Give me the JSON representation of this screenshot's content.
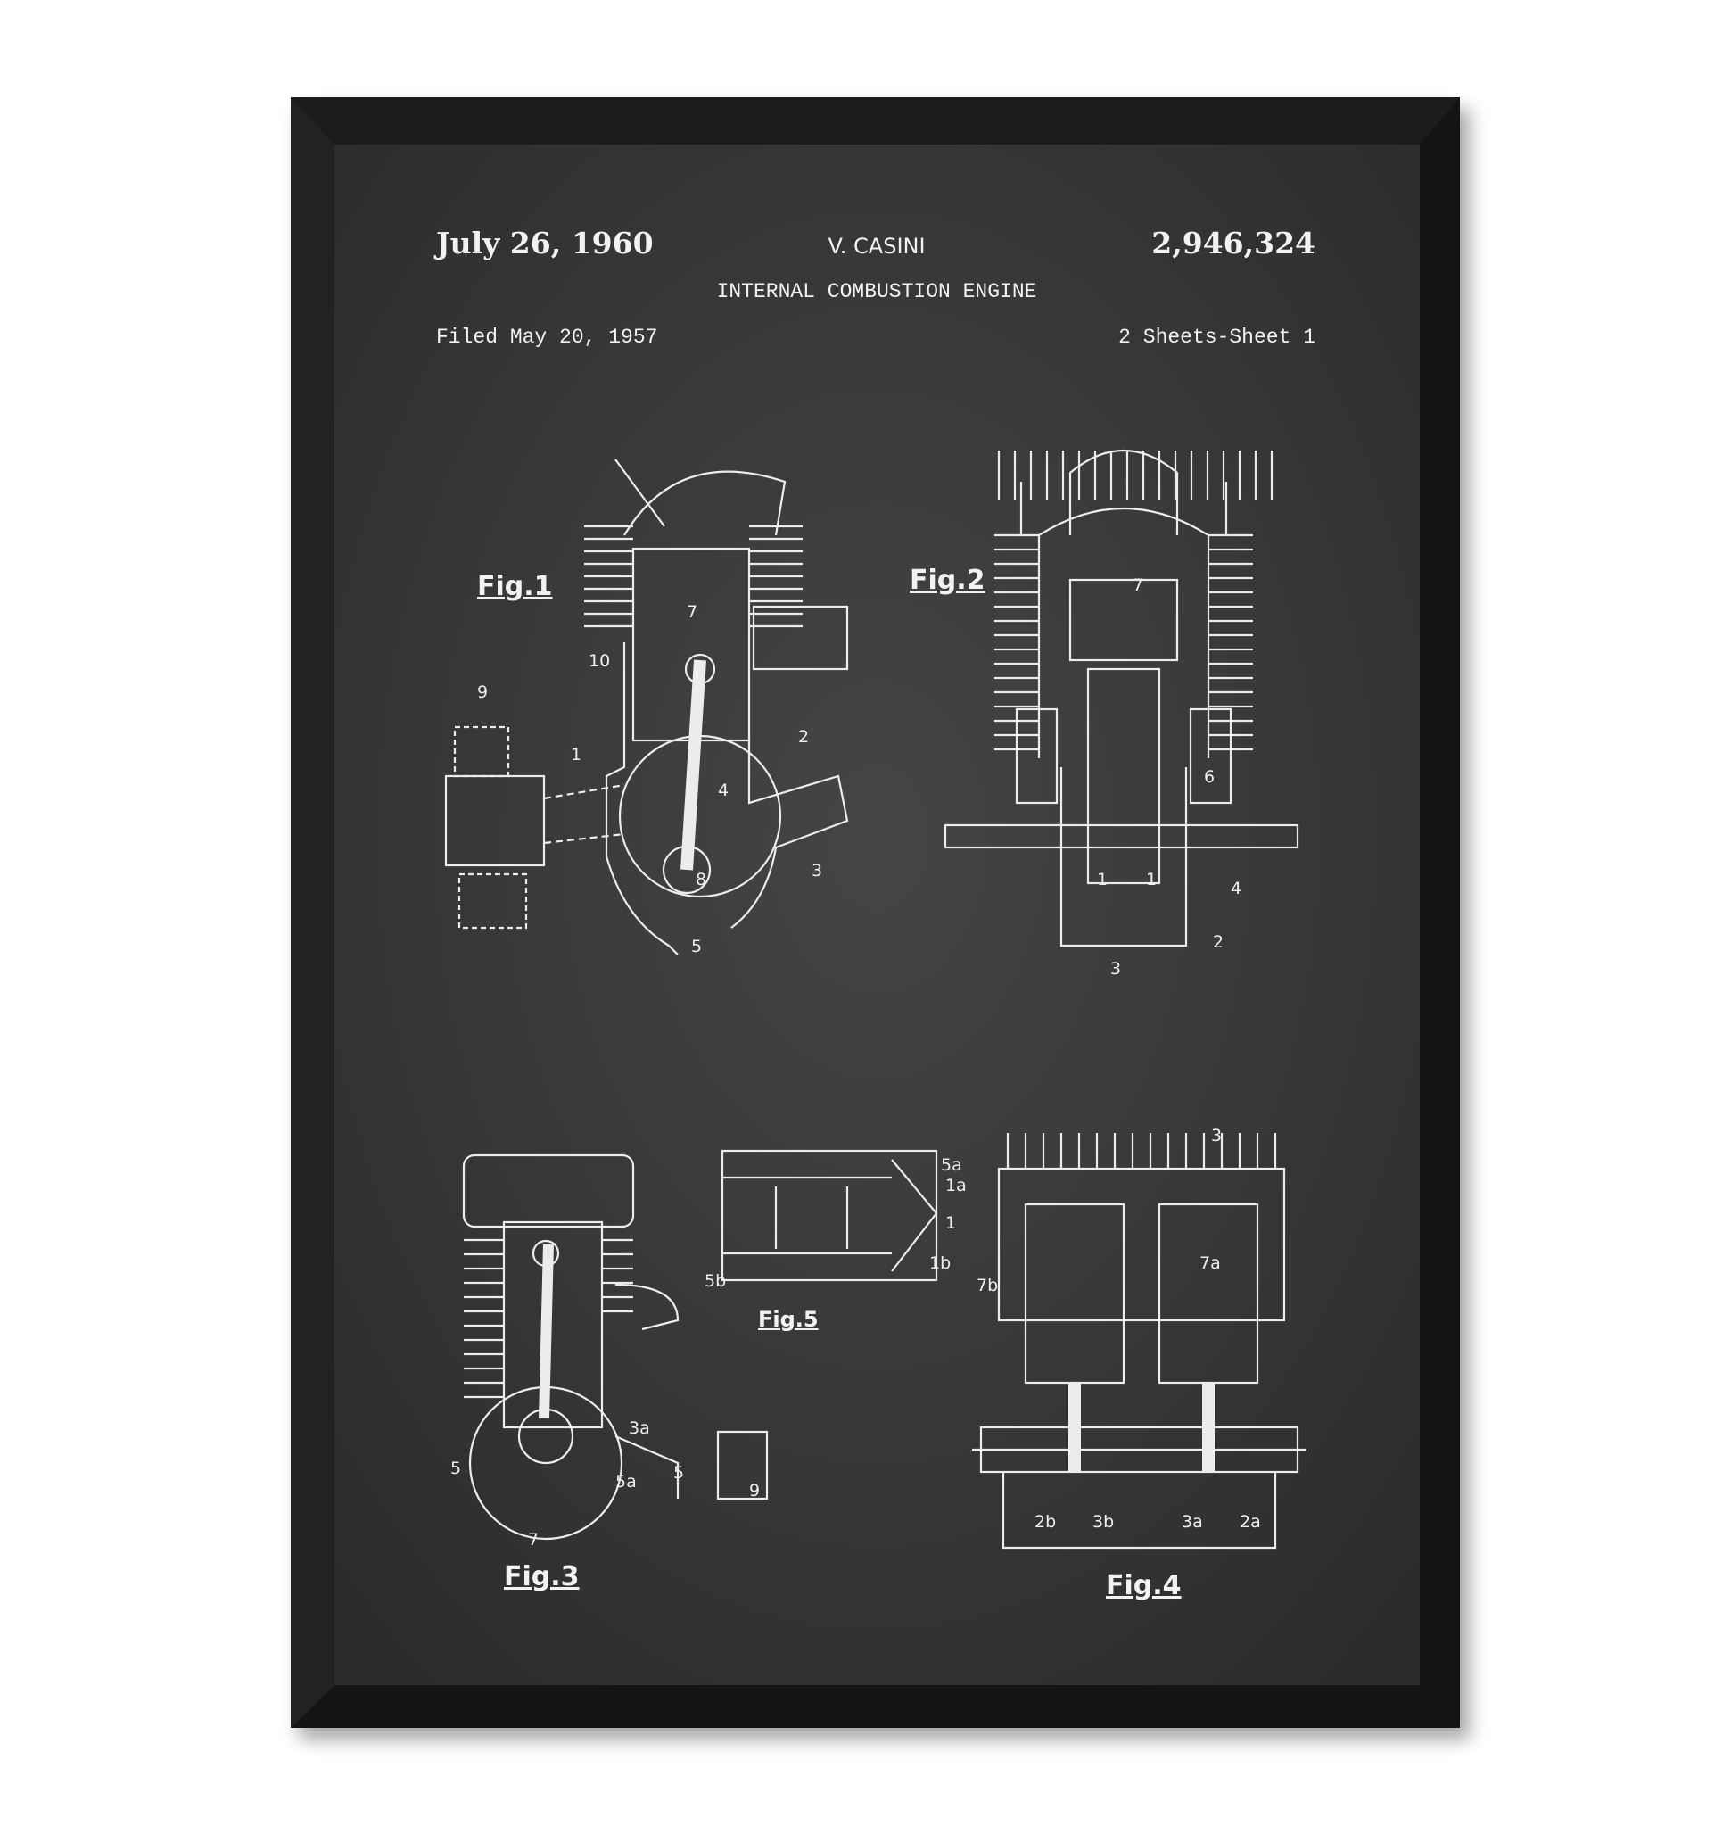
{
  "header": {
    "date": "July 26, 1960",
    "inventor": "V. CASINI",
    "patent_number": "2,946,324",
    "title": "INTERNAL COMBUSTION ENGINE",
    "filed": "Filed May 20, 1957",
    "sheets": "2 Sheets-Sheet 1"
  },
  "figures": {
    "fig1": {
      "label": "Fig.1",
      "callouts": [
        "7",
        "10",
        "9",
        "1",
        "2",
        "4",
        "3",
        "8",
        "5"
      ]
    },
    "fig2": {
      "label": "Fig.2",
      "callouts": [
        "7",
        "6",
        "1",
        "1",
        "4",
        "2",
        "3"
      ]
    },
    "fig3": {
      "label": "Fig.3",
      "callouts": [
        "3a",
        "5",
        "5",
        "5a",
        "9",
        "7"
      ]
    },
    "fig4": {
      "label": "Fig.4",
      "callouts": [
        "7a",
        "7b",
        "2b",
        "3b",
        "3a",
        "2a",
        "3"
      ]
    },
    "fig5": {
      "label": "Fig.5",
      "callouts": [
        "5a",
        "1a",
        "1",
        "1b",
        "5b"
      ]
    }
  },
  "colors": {
    "frame": "#141414",
    "board": "#383838",
    "ink": "#f0f0f0",
    "wall": "#ffffff"
  }
}
